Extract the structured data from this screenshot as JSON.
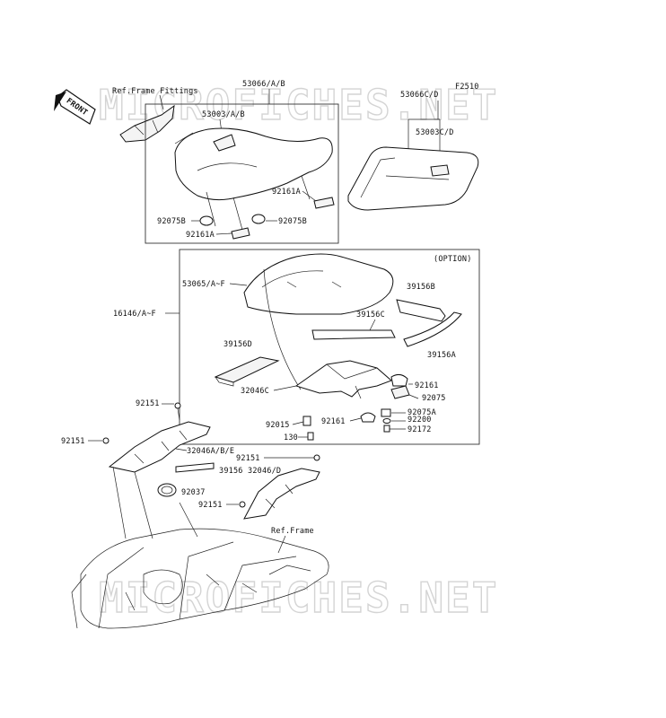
{
  "diagram_id": "F2510",
  "watermark": "MICROFICHES.NET",
  "front_arrow_label": "FRONT",
  "option_label": "(OPTION)",
  "labels": {
    "ref_frame_fittings": "Ref.Frame Fittings",
    "p53066ab": "53066/A/B",
    "p53003ab": "53003/A/B",
    "p53066cd": "53066C/D",
    "p53003cd": "53003C/D",
    "p92161a_1": "92161A",
    "p92075b_1": "92075B",
    "p92075b_2": "92075B",
    "p92161a_2": "92161A",
    "p53065": "53065/A~F",
    "p39156b": "39156B",
    "p16146": "16146/A~F",
    "p39156c": "39156C",
    "p39156d": "39156D",
    "p39156a": "39156A",
    "p32046c": "32046C",
    "p92161_1": "92161",
    "p92075": "92075",
    "p92015": "92015",
    "p92161_2": "92161",
    "p92075a": "92075A",
    "p92200": "92200",
    "p130": "130",
    "p92172": "92172",
    "p92151_1": "92151",
    "p92151_2": "92151",
    "p32046abe": "32046A/B/E",
    "p39156": "39156",
    "p92037": "92037",
    "p92151_3": "92151",
    "p32046d": "32046/D",
    "p92151_4": "92151",
    "ref_frame": "Ref.Frame"
  }
}
